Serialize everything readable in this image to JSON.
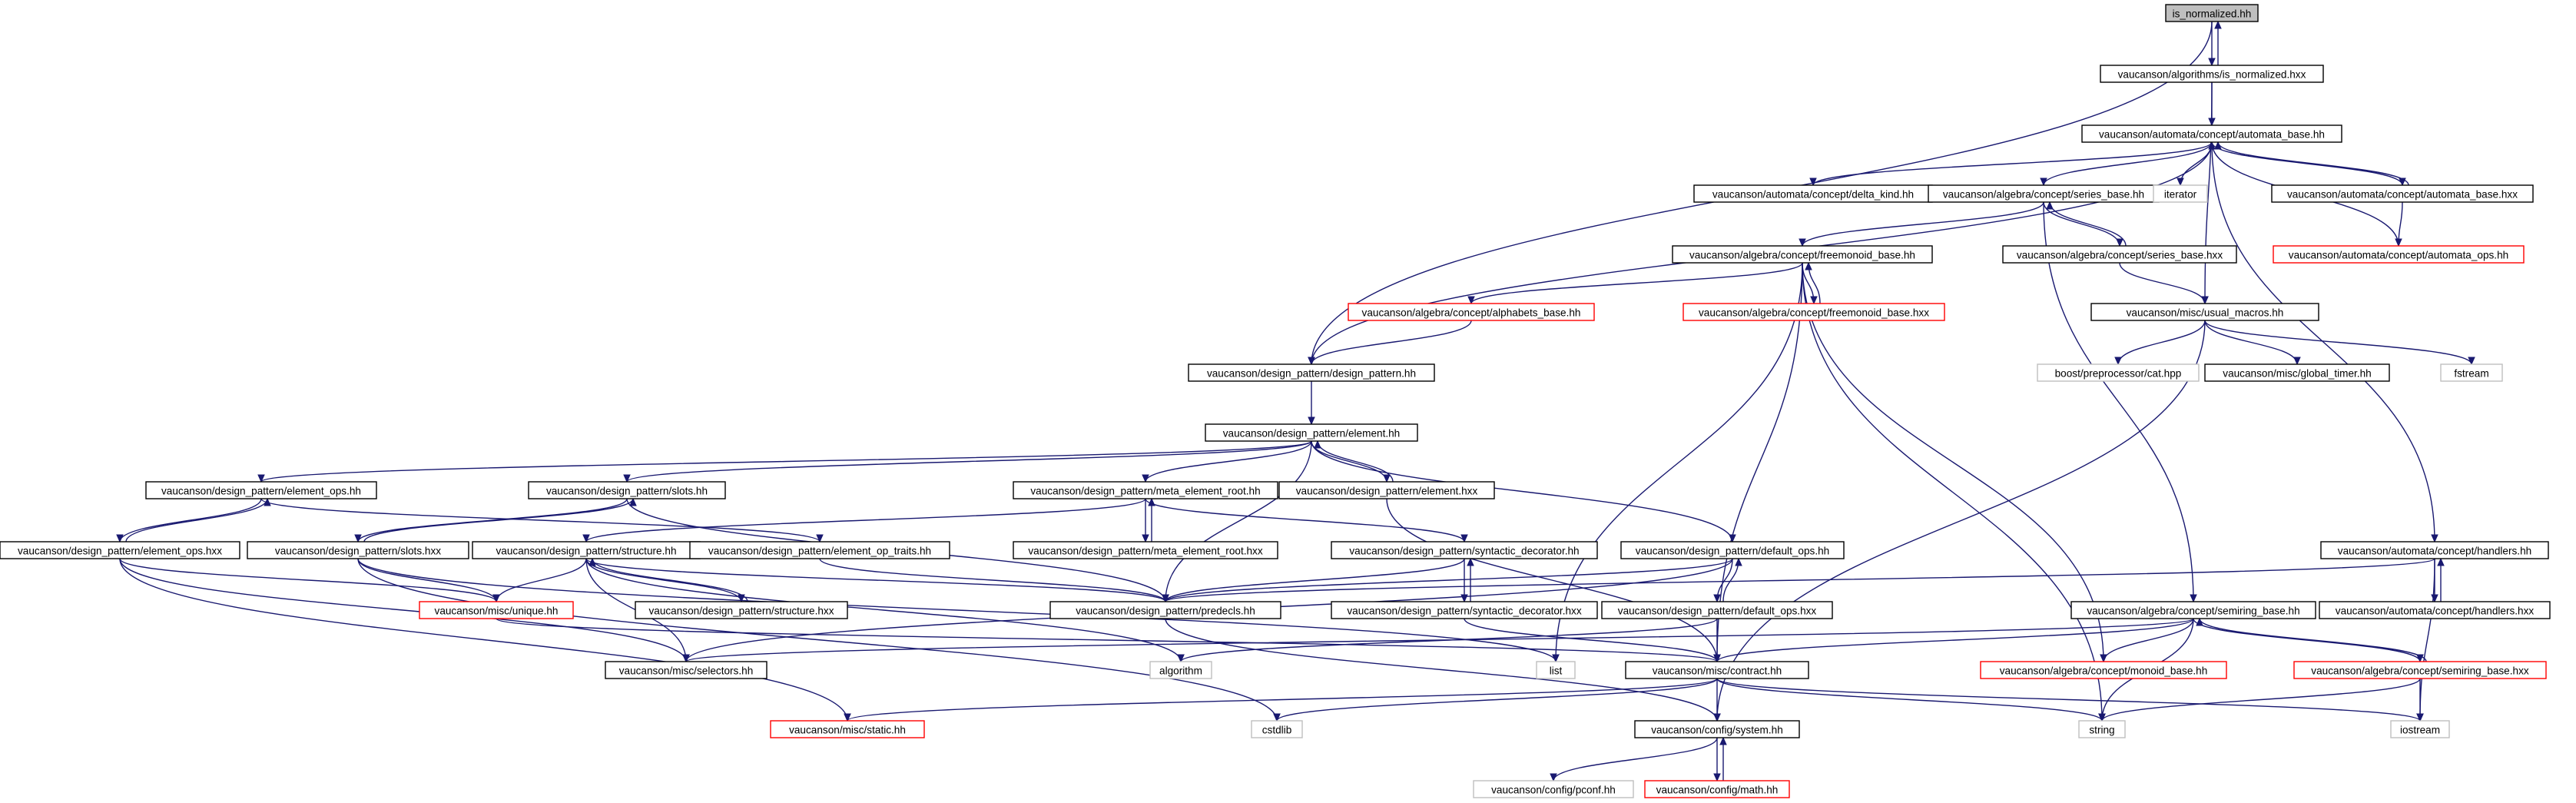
{
  "nodes": [
    {
      "id": "root",
      "label": "is_normalized.hh",
      "style": "root"
    },
    {
      "id": "alg_isnorm",
      "label": "vaucanson/algorithms/is_normalized.hxx",
      "style": "normal"
    },
    {
      "id": "auto_base",
      "label": "vaucanson/automata/concept/automata_base.hh",
      "style": "normal"
    },
    {
      "id": "delta_kind",
      "label": "vaucanson/automata/concept/delta_kind.hh",
      "style": "normal"
    },
    {
      "id": "series_base",
      "label": "vaucanson/algebra/concept/series_base.hh",
      "style": "normal"
    },
    {
      "id": "iterator",
      "label": "iterator",
      "style": "external"
    },
    {
      "id": "auto_base_hxx",
      "label": "vaucanson/automata/concept/automata_base.hxx",
      "style": "normal"
    },
    {
      "id": "auto_ops",
      "label": "vaucanson/automata/concept/automata_ops.hh",
      "style": "truncated"
    },
    {
      "id": "freemon_base",
      "label": "vaucanson/algebra/concept/freemonoid_base.hh",
      "style": "normal"
    },
    {
      "id": "series_base_hxx",
      "label": "vaucanson/algebra/concept/series_base.hxx",
      "style": "normal"
    },
    {
      "id": "alphabets",
      "label": "vaucanson/algebra/concept/alphabets_base.hh",
      "style": "truncated"
    },
    {
      "id": "freemon_hxx",
      "label": "vaucanson/algebra/concept/freemonoid_base.hxx",
      "style": "truncated"
    },
    {
      "id": "usual_macros",
      "label": "vaucanson/misc/usual_macros.hh",
      "style": "normal"
    },
    {
      "id": "design_pattern",
      "label": "vaucanson/design_pattern/design_pattern.hh",
      "style": "normal"
    },
    {
      "id": "boost_cat",
      "label": "boost/preprocessor/cat.hpp",
      "style": "external"
    },
    {
      "id": "global_timer",
      "label": "vaucanson/misc/global_timer.hh",
      "style": "normal"
    },
    {
      "id": "fstream",
      "label": "fstream",
      "style": "external"
    },
    {
      "id": "element",
      "label": "vaucanson/design_pattern/element.hh",
      "style": "normal"
    },
    {
      "id": "element_ops",
      "label": "vaucanson/design_pattern/element_ops.hh",
      "style": "normal"
    },
    {
      "id": "slots",
      "label": "vaucanson/design_pattern/slots.hh",
      "style": "normal"
    },
    {
      "id": "meta_root",
      "label": "vaucanson/design_pattern/meta_element_root.hh",
      "style": "normal"
    },
    {
      "id": "element_hxx",
      "label": "vaucanson/design_pattern/element.hxx",
      "style": "normal"
    },
    {
      "id": "element_ops_hxx",
      "label": "vaucanson/design_pattern/element_ops.hxx",
      "style": "normal"
    },
    {
      "id": "slots_hxx",
      "label": "vaucanson/design_pattern/slots.hxx",
      "style": "normal"
    },
    {
      "id": "structure",
      "label": "vaucanson/design_pattern/structure.hh",
      "style": "normal"
    },
    {
      "id": "op_traits",
      "label": "vaucanson/design_pattern/element_op_traits.hh",
      "style": "normal"
    },
    {
      "id": "meta_root_hxx",
      "label": "vaucanson/design_pattern/meta_element_root.hxx",
      "style": "normal"
    },
    {
      "id": "synt_dec",
      "label": "vaucanson/design_pattern/syntactic_decorator.hh",
      "style": "normal"
    },
    {
      "id": "default_ops",
      "label": "vaucanson/design_pattern/default_ops.hh",
      "style": "normal"
    },
    {
      "id": "handlers",
      "label": "vaucanson/automata/concept/handlers.hh",
      "style": "normal"
    },
    {
      "id": "unique",
      "label": "vaucanson/misc/unique.hh",
      "style": "truncated"
    },
    {
      "id": "structure_hxx",
      "label": "vaucanson/design_pattern/structure.hxx",
      "style": "normal"
    },
    {
      "id": "predecls",
      "label": "vaucanson/design_pattern/predecls.hh",
      "style": "normal"
    },
    {
      "id": "synt_dec_hxx",
      "label": "vaucanson/design_pattern/syntactic_decorator.hxx",
      "style": "normal"
    },
    {
      "id": "default_ops_hxx",
      "label": "vaucanson/design_pattern/default_ops.hxx",
      "style": "normal"
    },
    {
      "id": "semiring_base",
      "label": "vaucanson/algebra/concept/semiring_base.hh",
      "style": "normal"
    },
    {
      "id": "handlers_hxx",
      "label": "vaucanson/automata/concept/handlers.hxx",
      "style": "normal"
    },
    {
      "id": "selectors",
      "label": "vaucanson/misc/selectors.hh",
      "style": "normal"
    },
    {
      "id": "algorithm",
      "label": "algorithm",
      "style": "external"
    },
    {
      "id": "list",
      "label": "list",
      "style": "external"
    },
    {
      "id": "contract",
      "label": "vaucanson/misc/contract.hh",
      "style": "normal"
    },
    {
      "id": "monoid_base",
      "label": "vaucanson/algebra/concept/monoid_base.hh",
      "style": "truncated"
    },
    {
      "id": "semiring_hxx",
      "label": "vaucanson/algebra/concept/semiring_base.hxx",
      "style": "truncated"
    },
    {
      "id": "static",
      "label": "vaucanson/misc/static.hh",
      "style": "truncated"
    },
    {
      "id": "cstdlib",
      "label": "cstdlib",
      "style": "external"
    },
    {
      "id": "system",
      "label": "vaucanson/config/system.hh",
      "style": "normal"
    },
    {
      "id": "string",
      "label": "string",
      "style": "external"
    },
    {
      "id": "iostream",
      "label": "iostream",
      "style": "external"
    },
    {
      "id": "pconf",
      "label": "vaucanson/config/pconf.hh",
      "style": "external"
    },
    {
      "id": "math",
      "label": "vaucanson/config/math.hh",
      "style": "truncated"
    }
  ],
  "edges": [
    [
      "root",
      "alg_isnorm"
    ],
    [
      "alg_isnorm",
      "root"
    ],
    [
      "root",
      "design_pattern"
    ],
    [
      "alg_isnorm",
      "auto_base"
    ],
    [
      "alg_isnorm",
      "usual_macros"
    ],
    [
      "auto_base",
      "delta_kind"
    ],
    [
      "auto_base",
      "series_base"
    ],
    [
      "auto_base",
      "iterator"
    ],
    [
      "auto_base",
      "auto_base_hxx"
    ],
    [
      "auto_base_hxx",
      "auto_base"
    ],
    [
      "auto_base",
      "design_pattern"
    ],
    [
      "auto_base",
      "handlers"
    ],
    [
      "auto_base_hxx",
      "auto_ops"
    ],
    [
      "auto_ops",
      "auto_base"
    ],
    [
      "series_base",
      "freemon_base"
    ],
    [
      "series_base",
      "series_base_hxx"
    ],
    [
      "series_base_hxx",
      "series_base"
    ],
    [
      "series_base",
      "semiring_base"
    ],
    [
      "series_base_hxx",
      "usual_macros"
    ],
    [
      "freemon_base",
      "alphabets"
    ],
    [
      "freemon_base",
      "freemon_hxx"
    ],
    [
      "freemon_hxx",
      "freemon_base"
    ],
    [
      "freemon_base",
      "monoid_base"
    ],
    [
      "freemon_base",
      "string"
    ],
    [
      "freemon_base",
      "contract"
    ],
    [
      "freemon_base",
      "list"
    ],
    [
      "alphabets",
      "design_pattern"
    ],
    [
      "usual_macros",
      "boost_cat"
    ],
    [
      "usual_macros",
      "global_timer"
    ],
    [
      "usual_macros",
      "fstream"
    ],
    [
      "usual_macros",
      "system"
    ],
    [
      "design_pattern",
      "element"
    ],
    [
      "element",
      "element_ops"
    ],
    [
      "element",
      "slots"
    ],
    [
      "element",
      "meta_root"
    ],
    [
      "element",
      "element_hxx"
    ],
    [
      "element_hxx",
      "element"
    ],
    [
      "element",
      "predecls"
    ],
    [
      "element",
      "default_ops"
    ],
    [
      "element_ops",
      "element_ops_hxx"
    ],
    [
      "element_ops_hxx",
      "element_ops"
    ],
    [
      "element_ops",
      "op_traits"
    ],
    [
      "slots",
      "slots_hxx"
    ],
    [
      "slots_hxx",
      "slots"
    ],
    [
      "slots",
      "predecls"
    ],
    [
      "meta_root",
      "structure"
    ],
    [
      "meta_root",
      "meta_root_hxx"
    ],
    [
      "meta_root_hxx",
      "meta_root"
    ],
    [
      "meta_root",
      "synt_dec"
    ],
    [
      "element_hxx",
      "contract"
    ],
    [
      "element_ops_hxx",
      "unique"
    ],
    [
      "element_ops_hxx",
      "selectors"
    ],
    [
      "element_ops_hxx",
      "static"
    ],
    [
      "slots_hxx",
      "unique"
    ],
    [
      "slots_hxx",
      "cstdlib"
    ],
    [
      "slots_hxx",
      "list"
    ],
    [
      "structure",
      "unique"
    ],
    [
      "structure",
      "structure_hxx"
    ],
    [
      "structure_hxx",
      "structure"
    ],
    [
      "structure",
      "predecls"
    ],
    [
      "structure",
      "selectors"
    ],
    [
      "structure",
      "algorithm"
    ],
    [
      "op_traits",
      "predecls"
    ],
    [
      "synt_dec",
      "predecls"
    ],
    [
      "synt_dec",
      "synt_dec_hxx"
    ],
    [
      "synt_dec_hxx",
      "synt_dec"
    ],
    [
      "synt_dec_hxx",
      "contract"
    ],
    [
      "default_ops",
      "predecls"
    ],
    [
      "default_ops",
      "default_ops_hxx"
    ],
    [
      "default_ops_hxx",
      "default_ops"
    ],
    [
      "default_ops",
      "selectors"
    ],
    [
      "default_ops_hxx",
      "contract"
    ],
    [
      "default_ops_hxx",
      "algorithm"
    ],
    [
      "handlers",
      "predecls"
    ],
    [
      "handlers",
      "handlers_hxx"
    ],
    [
      "handlers_hxx",
      "handlers"
    ],
    [
      "handlers",
      "iostream"
    ],
    [
      "unique",
      "contract"
    ],
    [
      "predecls",
      "system"
    ],
    [
      "semiring_base",
      "monoid_base"
    ],
    [
      "semiring_base",
      "semiring_hxx"
    ],
    [
      "semiring_hxx",
      "semiring_base"
    ],
    [
      "semiring_base",
      "contract"
    ],
    [
      "semiring_base",
      "string"
    ],
    [
      "semiring_base",
      "selectors"
    ],
    [
      "semiring_hxx",
      "iostream"
    ],
    [
      "semiring_hxx",
      "string"
    ],
    [
      "contract",
      "static"
    ],
    [
      "contract",
      "cstdlib"
    ],
    [
      "contract",
      "system"
    ],
    [
      "contract",
      "string"
    ],
    [
      "contract",
      "iostream"
    ],
    [
      "system",
      "pconf"
    ],
    [
      "system",
      "math"
    ],
    [
      "math",
      "system"
    ]
  ],
  "colors": {
    "edge": "#191970",
    "root_fill": "#bfbfbf",
    "normal_border": "#000000",
    "truncated_border": "#ff0000",
    "external_border": "#bfbfbf",
    "text": "#000000"
  }
}
